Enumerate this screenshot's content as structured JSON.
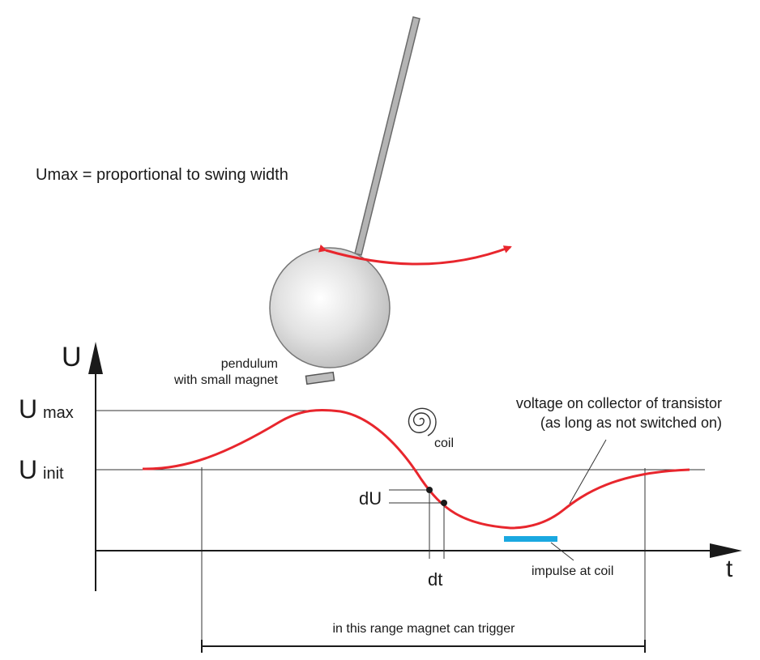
{
  "diagram": {
    "caption_top": "Umax = proportional to swing width",
    "pendulum_label_line1": "pendulum",
    "pendulum_label_line2": "with small magnet",
    "coil_label": "coil",
    "curve_label_line1": "voltage on collector of transistor",
    "curve_label_line2": "(as long as not switched on)",
    "impulse_label": "impulse at coil",
    "range_label": "in this range magnet can trigger",
    "axis_u": "U",
    "axis_t": "t",
    "umax_main": "U",
    "umax_sub": "max",
    "uinit_main": "U",
    "uinit_sub": "init",
    "du_label": "dU",
    "dt_label": "dt"
  },
  "colors": {
    "curve": "#e8262d",
    "impulse": "#1aa8e0",
    "axis": "#1a1a1a",
    "guide": "#333333",
    "pendulum_ball": "#d4d4d4",
    "rod": "#b4b4b4"
  }
}
